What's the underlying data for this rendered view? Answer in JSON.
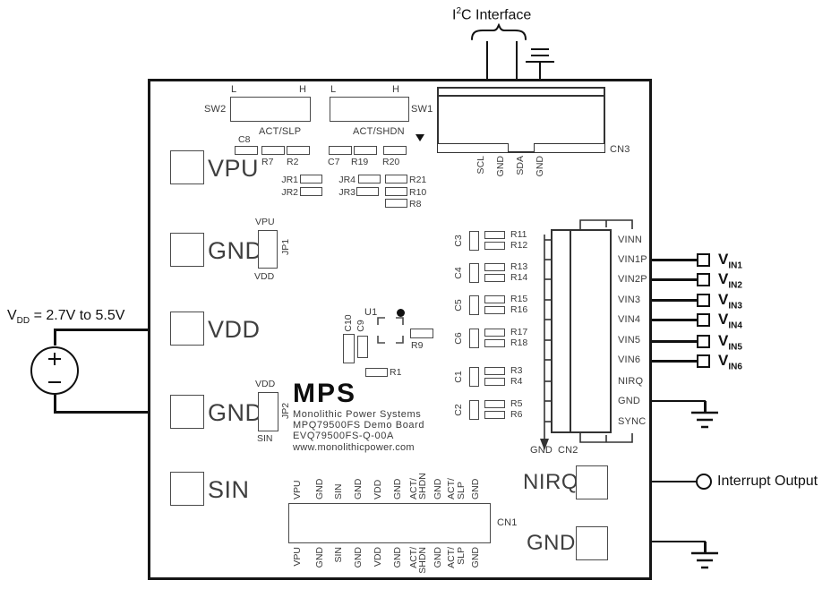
{
  "colors": {
    "line": "#111111",
    "component_outline": "#4a4a4a",
    "text": "#3a3a3a",
    "background": "#ffffff"
  },
  "annotations": {
    "i2c": {
      "pre": "I",
      "sup": "2",
      "post": "C Interface"
    },
    "vdd_source": {
      "v": "V",
      "sub": "DD",
      "rest": " = 2.7V to 5.5V"
    },
    "interrupt_output": "Interrupt Output"
  },
  "board": {
    "sw2": {
      "name": "SW2",
      "low": "L",
      "high": "H",
      "mode": "ACT/SLP"
    },
    "sw1": {
      "name": "SW1",
      "low": "L",
      "high": "H",
      "mode": "ACT/SHDN"
    },
    "passives": {
      "c8": "C8",
      "r7": "R7",
      "r2": "R2",
      "c7": "C7",
      "r19": "R19",
      "r20": "R20",
      "jr1": "JR1",
      "jr2": "JR2",
      "jr3": "JR3",
      "jr4": "JR4",
      "r21": "R21",
      "r10": "R10",
      "r8": "R8"
    },
    "pads_left": [
      "VPU",
      "GND",
      "VDD",
      "GND",
      "SIN"
    ],
    "jp1": {
      "name": "JP1",
      "top": "VPU",
      "bottom": "VDD"
    },
    "jp2": {
      "name": "JP2",
      "top": "VDD",
      "bottom": "SIN"
    },
    "u1": {
      "name": "U1",
      "c10": "C10",
      "c9": "C9",
      "r9": "R9",
      "r1": "R1"
    },
    "silkscreen": {
      "logo": "MPS",
      "line1": "Monolithic Power Systems",
      "line2": "MPQ79500FS Demo Board",
      "line3": "EVQ79500FS-Q-00A",
      "line4": "www.monolithicpower.com"
    },
    "cn3": {
      "name": "CN3",
      "pins": [
        "SCL",
        "GND",
        "SDA",
        "GND"
      ]
    },
    "cn2": {
      "name": "CN2",
      "gnd": "GND",
      "pins": [
        "VINN",
        "VIN1P",
        "VIN2P",
        "VIN3",
        "VIN4",
        "VIN5",
        "VIN6",
        "NIRQ",
        "GND",
        "SYNC"
      ]
    },
    "rc_rows": [
      {
        "cap": "C3",
        "rtop": "R11",
        "rbot": "R12"
      },
      {
        "cap": "C4",
        "rtop": "R13",
        "rbot": "R14"
      },
      {
        "cap": "C5",
        "rtop": "R15",
        "rbot": "R16"
      },
      {
        "cap": "C6",
        "rtop": "R17",
        "rbot": "R18"
      },
      {
        "cap": "C1",
        "rtop": "R3",
        "rbot": "R4"
      },
      {
        "cap": "C2",
        "rtop": "R5",
        "rbot": "R6"
      }
    ],
    "cn1": {
      "name": "CN1",
      "pins": [
        {
          "l1": "VPU"
        },
        {
          "l1": "GND"
        },
        {
          "l1": "SIN"
        },
        {
          "l1": "GND"
        },
        {
          "l1": "VDD"
        },
        {
          "l1": "GND"
        },
        {
          "l1": "ACT/",
          "l2": "SHDN"
        },
        {
          "l1": "GND"
        },
        {
          "l1": "ACT/",
          "l2": "SLP"
        },
        {
          "l1": "GND"
        }
      ]
    },
    "nirq_pad": "NIRQ",
    "gnd_pad": "GND"
  },
  "external": {
    "vin_prefix": "V",
    "vin_subs": [
      "IN1",
      "IN2",
      "IN3",
      "IN4",
      "IN5",
      "IN6"
    ]
  }
}
